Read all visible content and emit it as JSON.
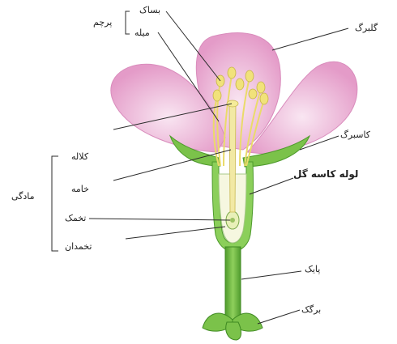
{
  "labels": {
    "stamen_group": "پرچم",
    "anther": "بساک",
    "filament": "میله",
    "petal": "گلبرگ",
    "sepal": "کاسبرگ",
    "calyx_tube": "لوله کاسه گل",
    "pistil_group": "مادگی",
    "stigma": "کلاله",
    "style": "خامه",
    "ovule": "تخمک",
    "ovary": "تخمدان",
    "pedicel": "پایک",
    "bract": "برگک"
  },
  "colors": {
    "petal": "#eaa3cf",
    "petal_dark": "#d982b8",
    "green": "#7bc24a",
    "green_dark": "#4e9a2c",
    "yellow": "#f1e27a",
    "line": "#2b2b2b"
  }
}
